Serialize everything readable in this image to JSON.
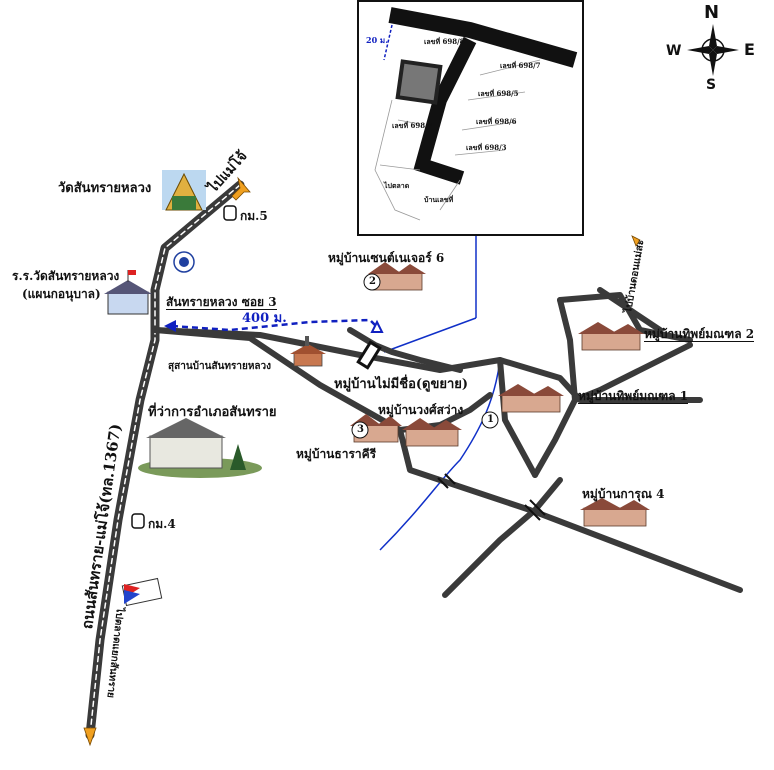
{
  "compass": {
    "north": "N",
    "south": "S",
    "east": "E",
    "west": "W"
  },
  "labels": {
    "wat": "วัดสันทรายหลวง",
    "to_maejo": "ไปแม่โจ้",
    "km5": "กม.5",
    "school_line1": "ร.ร.วัดสันทรายหลวง",
    "school_line2": "(แผนกอนุบาล)",
    "soi3": "สันทรายหลวง ซอย 3",
    "distance": "400 ม.",
    "cemetery": "สุสานบ้านสันทรายหลวง",
    "village_6": "หมู่บ้านเซนต์เนเจอร์ 6",
    "village_unnamed": "หมู่บ้านไม่มีชื่อ(ดูขยาย)",
    "village_wongsawang": "หมู่บ้านวงศ์สว่าง",
    "village_tarakiri": "หมู่บ้านธาราคีรี",
    "village_thip2": "หมู่บ้านทิพย์มณฑล 2",
    "village_thip1": "หมู่บ้านทิพย์มณฑล 1",
    "village_karun4": "หมู่บ้านการุณ 4",
    "district_office": "ที่ว่าการอำเภอสันทราย",
    "km4": "กม.4",
    "main_road": "ถนนสันทราย-แม่โจ้(ทล.1367)",
    "to_market": "ไปตลาดแยกสันทราย",
    "to_doisaket": "ไปบ้านดอนแม่สะ",
    "circle_1": "1",
    "circle_2": "2",
    "circle_3": "3"
  },
  "inset": {
    "scale": "20 ม.",
    "lots": [
      "เลขที่ 698/8",
      "เลขที่ 698/7",
      "เลขที่ 698/4",
      "เลขที่ 698/5",
      "เลขที่ 698/6",
      "เลขที่ 698/3",
      "ไปตลาด",
      "บ้านเลขที่"
    ]
  },
  "colors": {
    "road": "#3a3a3a",
    "road_center": "#ffffff",
    "river": "#1030c8",
    "route": "#1020c0",
    "arrow": "#f0a020"
  }
}
